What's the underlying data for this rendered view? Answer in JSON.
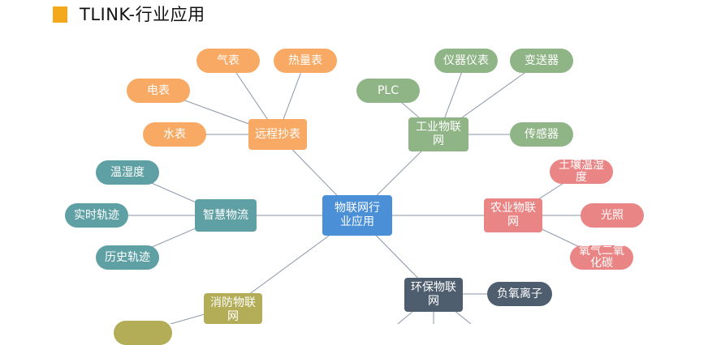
{
  "header": {
    "title": "TLINK-行业应用"
  },
  "center": "物联网行业应用",
  "hubs": {
    "remote_meter": "远程抄表",
    "industrial_iot": "工业物联网",
    "smart_logistics": "智慧物流",
    "agri_iot": "农业物联网",
    "env_iot": "环保物联网",
    "fire_iot": "消防物联网"
  },
  "leaves": {
    "gas_meter": "气表",
    "heat_meter": "热量表",
    "electric_meter": "电表",
    "water_meter": "水表",
    "plc": "PLC",
    "instruments": "仪器仪表",
    "transmitter": "变送器",
    "sensor": "传感器",
    "temp_humidity": "温湿度",
    "realtime_track": "实时轨迹",
    "history_track": "历史轨迹",
    "soil_temp_humidity": "土壤温湿度",
    "light": "光照",
    "co2": "氧气二氧化碳",
    "negative_ion": "负氧离子"
  },
  "colors": {
    "orange": "#f8a964",
    "green": "#8fb486",
    "teal": "#5fa0a4",
    "blue": "#4b8fd6",
    "pink": "#e98584",
    "slate": "#4f5e6f",
    "olive": "#b3ad57",
    "title_mark": "#f4a81c",
    "line": "#8a96a8"
  }
}
